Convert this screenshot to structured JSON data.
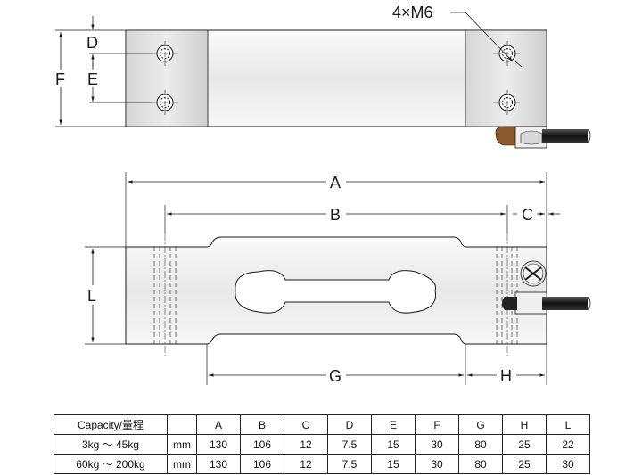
{
  "diagram": {
    "label_mount": "4×M6",
    "dim_labels": {
      "A": "A",
      "B": "B",
      "C": "C",
      "D": "D",
      "E": "E",
      "F": "F",
      "G": "G",
      "H": "H",
      "L": "L"
    }
  },
  "table": {
    "header": [
      "Capacity/量程",
      "",
      "A",
      "B",
      "C",
      "D",
      "E",
      "F",
      "G",
      "H",
      "L"
    ],
    "rows": [
      [
        "3kg ～ 45kg",
        "mm",
        "130",
        "106",
        "12",
        "7.5",
        "15",
        "30",
        "80",
        "25",
        "22"
      ],
      [
        "60kg ～ 200kg",
        "mm",
        "130",
        "106",
        "12",
        "7.5",
        "15",
        "30",
        "80",
        "25",
        "30"
      ]
    ]
  },
  "colors": {
    "metal_light": "#f2f2f2",
    "metal_dark": "#c9c9c9",
    "line": "#1a1a1a",
    "cable": "#1c1c1c"
  }
}
